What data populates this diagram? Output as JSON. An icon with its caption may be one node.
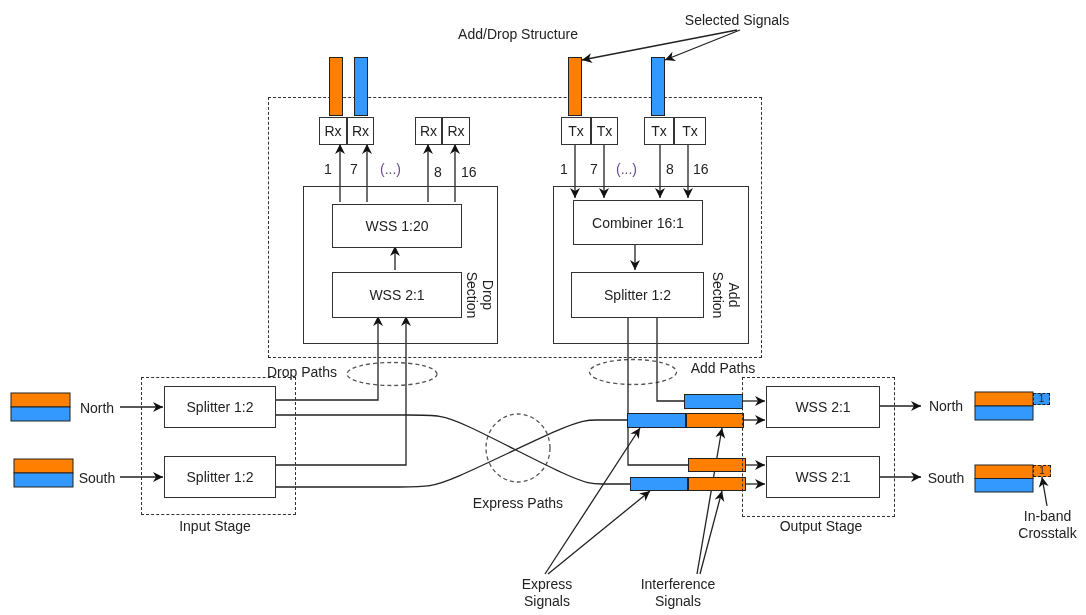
{
  "diagram": {
    "nodes": [
      {
        "text": [
          "Selected Signals"
        ]
      },
      {
        "text": [],
        "shape": "box"
      },
      {
        "text": [],
        "shape": "bar"
      },
      {
        "text": [],
        "shape": "bar"
      },
      {
        "text": [],
        "shape": "bar"
      },
      {
        "text": [],
        "shape": "bar"
      },
      {
        "text": [
          "Rx"
        ],
        "in": 1
      },
      {
        "text": [
          "Rx"
        ],
        "in": 1
      },
      {
        "text": [
          "Rx"
        ],
        "in": 1
      },
      {
        "text": [
          "Rx"
        ],
        "in": 1
      },
      {
        "text": [
          "Tx"
        ],
        "in": 1
      },
      {
        "text": [
          "Tx"
        ],
        "in": 1
      },
      {
        "text": [
          "Tx"
        ],
        "in": 1
      },
      {
        "text": [
          "Tx"
        ],
        "in": 1
      },
      {
        "text": [
          "Drop Section"
        ],
        "in": 1
      },
      {
        "text": [
          "WSS 1:20"
        ],
        "in": 14
      },
      {
        "text": [
          "WSS 2:1"
        ],
        "in": 14
      },
      {
        "text": [
          "Add Section"
        ],
        "in": 1
      },
      {
        "text": [
          "Combiner 16:1"
        ],
        "in": 17
      },
      {
        "text": [
          "Splitter 1:2"
        ],
        "in": 17
      },
      {
        "text": [
          "Input Stage"
        ]
      },
      {
        "text": [
          "Splitter 1:2"
        ],
        "in": 20
      },
      {
        "text": [
          "Splitter 1:2"
        ],
        "in": 20
      },
      {
        "text": [
          "North"
        ]
      },
      {
        "text": [
          "South"
        ]
      },
      {
        "text": [],
        "shape": "bar"
      },
      {
        "text": [],
        "shape": "bar"
      },
      {
        "text": [],
        "shape": "bar"
      },
      {
        "text": [],
        "shape": "bar"
      },
      {
        "text": [],
        "shape": "bar"
      },
      {
        "text": [],
        "shape": "bar"
      },
      {
        "text": [
          "Output Stage"
        ]
      },
      {
        "text": [
          "WSS 2:1"
        ],
        "in": 31
      },
      {
        "text": [
          "WSS 2:1"
        ],
        "in": 31
      },
      {
        "text": [
          "North"
        ]
      },
      {
        "text": [
          "South"
        ]
      },
      {
        "text": [
          "1"
        ]
      },
      {
        "text": [
          "1"
        ]
      },
      {
        "text": [
          "In-band Crosstalk"
        ]
      },
      {
        "text": [
          "Express Signals"
        ]
      },
      {
        "text": [
          "Interference Signals"
        ]
      }
    ],
    "edges": [
      {
        "from": 0,
        "to": 4,
        "arrow": "to"
      },
      {
        "from": 0,
        "to": 5,
        "arrow": "to"
      },
      {
        "from": 15,
        "to": 6,
        "arrow": "to",
        "label": "1"
      },
      {
        "from": 15,
        "to": 7,
        "arrow": "to",
        "label": "7"
      },
      {
        "from": 15,
        "to": 8,
        "arrow": "to",
        "label": "8"
      },
      {
        "from": 15,
        "to": 9,
        "arrow": "to",
        "label": "16"
      },
      {
        "from": 10,
        "to": 18,
        "arrow": "to",
        "label": "1"
      },
      {
        "from": 11,
        "to": 18,
        "arrow": "to",
        "label": "7"
      },
      {
        "from": 12,
        "to": 18,
        "arrow": "to",
        "label": "8"
      },
      {
        "from": 13,
        "to": 18,
        "arrow": "to",
        "label": "16"
      },
      {
        "from": 16,
        "to": 15,
        "arrow": "to"
      },
      {
        "from": 18,
        "to": 19,
        "arrow": "to"
      },
      {
        "from": 23,
        "to": 21,
        "arrow": "to"
      },
      {
        "from": 24,
        "to": 22,
        "arrow": "to"
      },
      {
        "from": 21,
        "to": 16,
        "arrow": "to"
      },
      {
        "from": 22,
        "to": 16,
        "arrow": "to"
      },
      {
        "from": 21,
        "to": 29,
        "arrow": "none"
      },
      {
        "from": 22,
        "to": 26,
        "arrow": "none"
      },
      {
        "from": 19,
        "to": 25,
        "arrow": "none"
      },
      {
        "from": 19,
        "to": 28,
        "arrow": "none"
      },
      {
        "from": 25,
        "to": 32,
        "arrow": "to"
      },
      {
        "from": 27,
        "to": 32,
        "arrow": "to"
      },
      {
        "from": 28,
        "to": 33,
        "arrow": "to"
      },
      {
        "from": 30,
        "to": 33,
        "arrow": "to"
      },
      {
        "from": 32,
        "to": 34,
        "arrow": "to"
      },
      {
        "from": 33,
        "to": 35,
        "arrow": "to"
      },
      {
        "from": 38,
        "to": 37,
        "arrow": "to"
      },
      {
        "from": 39,
        "to": 26,
        "arrow": "to"
      },
      {
        "from": 39,
        "to": 29,
        "arrow": "to"
      },
      {
        "from": 40,
        "to": 27,
        "arrow": "to"
      },
      {
        "from": 40,
        "to": 30,
        "arrow": "to"
      }
    ],
    "labels": [
      "Add/Drop Structure",
      "(...)",
      "(...)",
      "Drop Paths",
      "Add Paths",
      "Express Paths"
    ]
  }
}
